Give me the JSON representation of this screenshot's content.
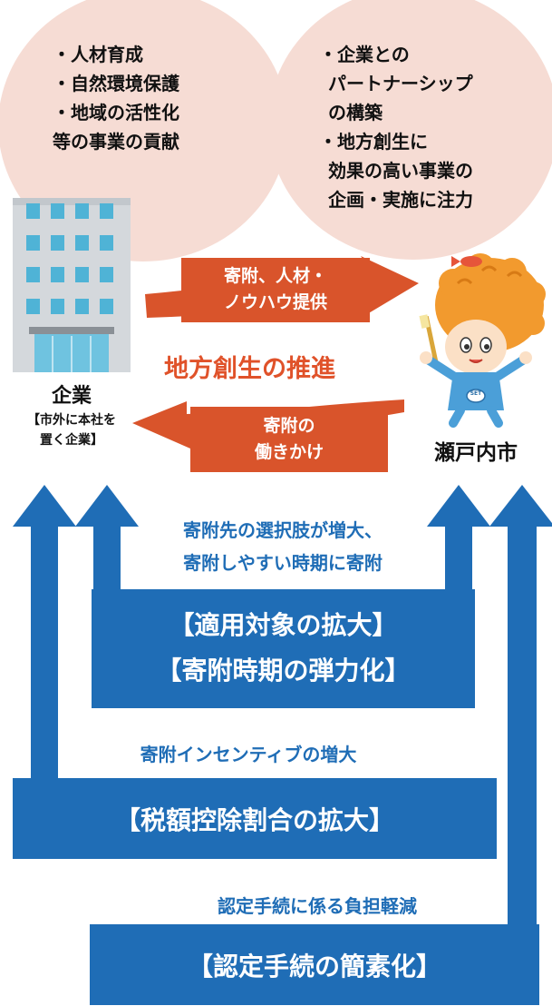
{
  "enterprise_circle": {
    "lines": [
      "・人材育成",
      "・自然環境保護",
      "・地域の活性化",
      "等の事業の貢献"
    ]
  },
  "city_circle": {
    "lines": [
      "・企業との",
      "パートナーシップ",
      "の構築",
      "・地方創生に",
      "効果の高い事業の",
      "企画・実施に注力"
    ]
  },
  "arrow_to_city": {
    "line1": "寄附、人材・",
    "line2": "ノウハウ提供"
  },
  "arrow_to_company": {
    "line1": "寄附の",
    "line2": "働きかけ"
  },
  "center_title": "地方創生の推進",
  "company": {
    "name": "企業",
    "sub1": "【市外に本社を",
    "sub2": "置く企業】"
  },
  "city": {
    "name": "瀬戸内市"
  },
  "mascot_badge": "SET",
  "tier1": {
    "benefit1": "寄附先の選択肢が増大、",
    "benefit2": "寄附しやすい時期に寄附",
    "box1": "【適用対象の拡大】",
    "box2": "【寄附時期の弾力化】"
  },
  "tier2": {
    "benefit": "寄附インセンティブの増大",
    "box": "【税額控除割合の拡大】"
  },
  "tier3": {
    "benefit": "認定手続に係る負担軽減",
    "box": "【認定手続の簡素化】"
  },
  "colors": {
    "orange": "#d9542b",
    "blue": "#1f6db6",
    "circle": "#f6dcd4",
    "title": "#e0522a"
  }
}
